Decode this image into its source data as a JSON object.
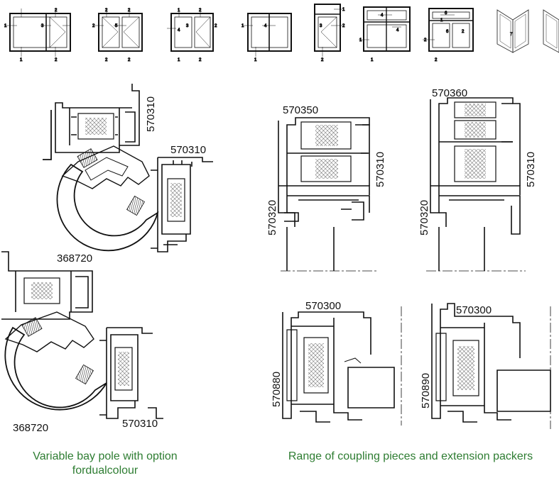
{
  "thumbnails": [
    {
      "labels": [
        "1",
        "2",
        "3",
        "1",
        "2"
      ]
    },
    {
      "labels": [
        "2",
        "2",
        "5",
        "2",
        "2",
        "2"
      ]
    },
    {
      "labels": [
        "1",
        "2",
        "3",
        "4",
        "2",
        "1",
        "2"
      ]
    },
    {
      "labels": [
        "1",
        "4",
        "1"
      ]
    },
    {
      "labels": [
        "1",
        "3",
        "2",
        "2"
      ]
    },
    {
      "labels": [
        "4",
        "1",
        "4",
        "1"
      ]
    },
    {
      "labels": [
        "6",
        "1",
        "6",
        "2",
        "2",
        "2"
      ]
    },
    {
      "labels": [
        "7"
      ]
    },
    {
      "labels": []
    }
  ],
  "bay_pole": {
    "top": {
      "label_a": "570310",
      "label_b": "570310",
      "label_c": "368720"
    },
    "bottom": {
      "label_c": "368720",
      "label_b": "570310"
    },
    "caption_line1": "Variable bay pole with option",
    "caption_line2": "fordualcolour"
  },
  "coupling": {
    "a": {
      "label_top": "570350",
      "label_right": "570310",
      "label_left": "570320"
    },
    "b": {
      "label_top": "570360",
      "label_right": "570310",
      "label_left": "570320"
    },
    "c": {
      "label_top": "570300",
      "label_left": "570880"
    },
    "d": {
      "label_top": "570300",
      "label_left": "570890"
    },
    "caption": "Range of coupling pieces and extension packers"
  },
  "colors": {
    "caption": "#2e7d32",
    "ink": "#111111"
  }
}
